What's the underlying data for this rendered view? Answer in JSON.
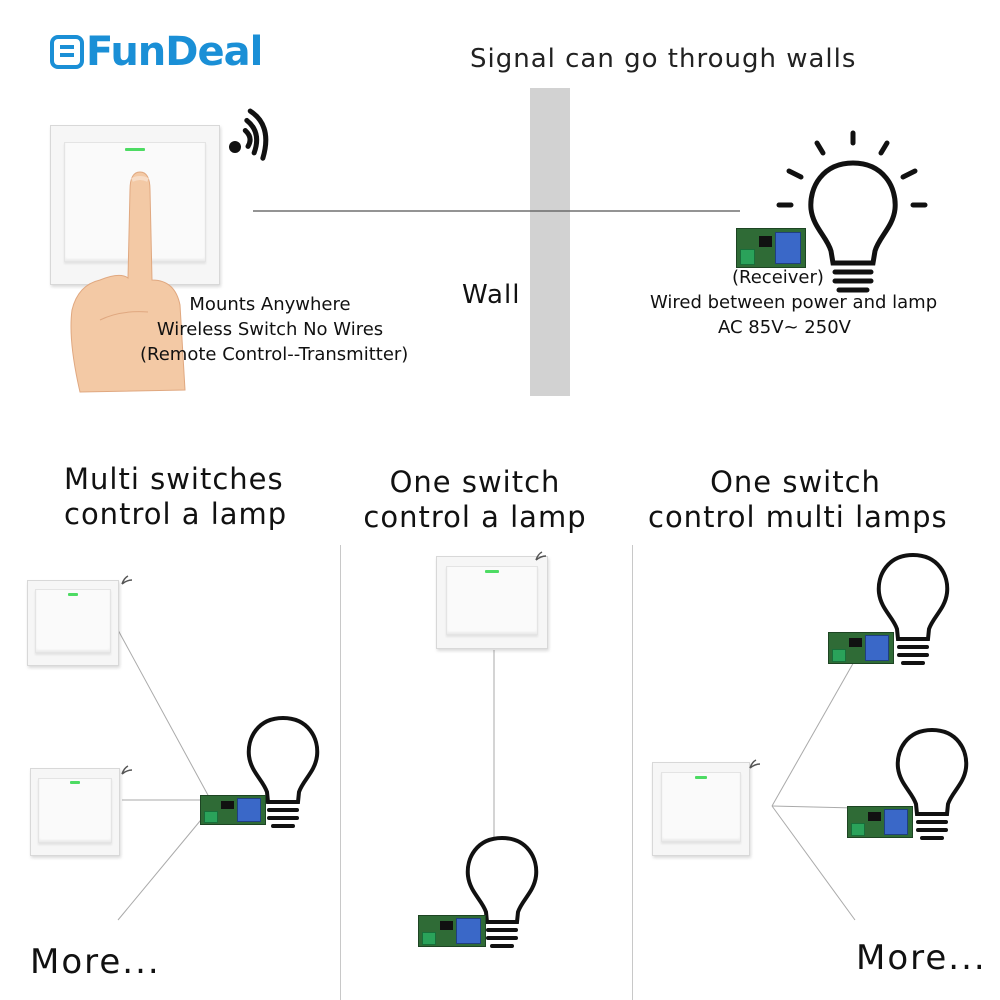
{
  "brand": {
    "logo_text": "FunDeal",
    "color": "#1a8fd6"
  },
  "top": {
    "title": "Signal can go through walls",
    "wall_label": "Wall",
    "transmitter_caption": [
      "Mounts Anywhere",
      "Wireless Switch No Wires",
      "(Remote Control--Transmitter)"
    ],
    "receiver_caption": [
      "(Receiver)",
      "Wired between power and lamp",
      "AC 85V~ 250V"
    ]
  },
  "sections": [
    {
      "title": [
        "Multi switches",
        "control a lamp"
      ],
      "more": "More..."
    },
    {
      "title": [
        "One switch",
        "control a lamp"
      ]
    },
    {
      "title": [
        "One switch",
        "control multi lamps"
      ],
      "more": "More..."
    }
  ],
  "colors": {
    "wall": "#d2d2d2",
    "led": "#4ddb63",
    "relay": "#3a68c8",
    "pcb": "#2f6b36",
    "line": "#888888"
  },
  "icons": [
    "wifi-signal-icon",
    "light-bulb-icon",
    "hand-finger-icon"
  ]
}
